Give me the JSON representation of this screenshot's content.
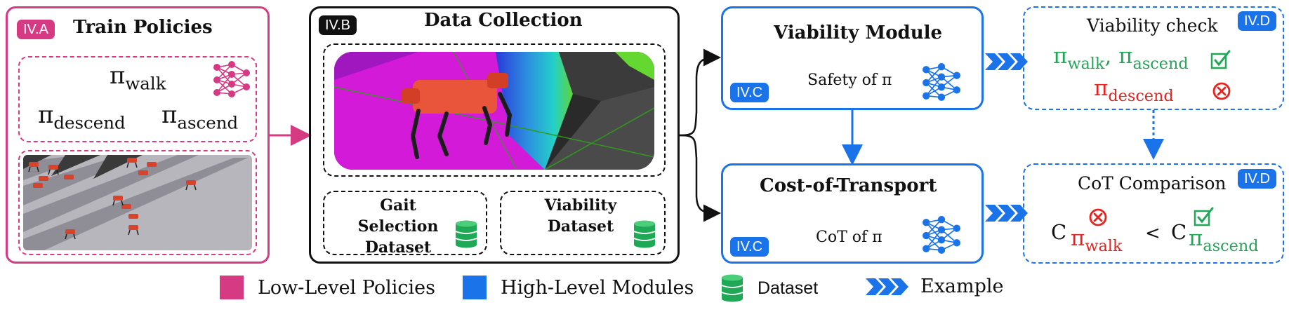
{
  "colors": {
    "pink": "#d63a82",
    "blue": "#1a73e8",
    "green": "#1fa855",
    "red": "#e8221e"
  },
  "train": {
    "tag": "IV.A",
    "title": "Train Policies",
    "pi": "π",
    "walk": "walk",
    "descend": "descend",
    "ascend": "ascend"
  },
  "collection": {
    "tag": "IV.B",
    "title": "Data Collection",
    "gait_line1": "Gait Selection",
    "gait_line2": "Dataset",
    "viab_line1": "Viability",
    "viab_line2": "Dataset"
  },
  "viability_module": {
    "tag": "IV.C",
    "title": "Viability Module",
    "caption": "Safety of π"
  },
  "cot_module": {
    "tag": "IV.C",
    "title": "Cost-of-Transport",
    "caption": "CoT of π"
  },
  "viability_check": {
    "tag": "IV.D",
    "title": "Viability check",
    "comma": ","
  },
  "cot_comparison": {
    "tag": "IV.D",
    "title": "CoT Comparison",
    "c": "C",
    "lt": "<"
  },
  "legend": {
    "low": "Low-Level Policies",
    "high": "High-Level Modules",
    "dataset": "Dataset",
    "example": "Example"
  }
}
